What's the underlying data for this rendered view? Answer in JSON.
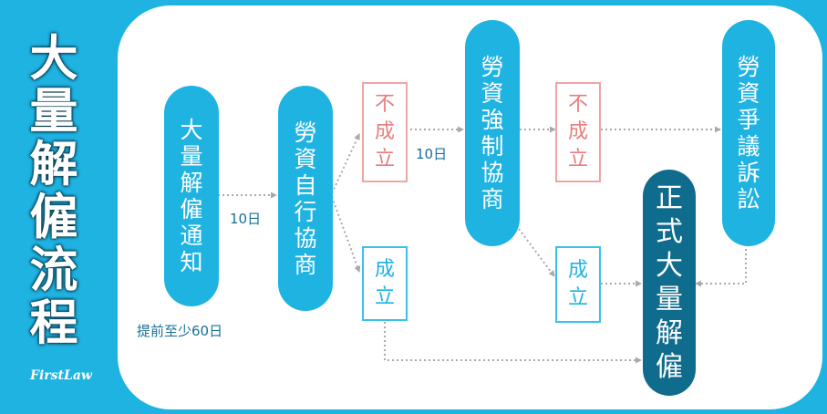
{
  "title": "大量解僱流程",
  "brand": "FirstLaw",
  "nodes": {
    "notice": "大量解僱通知",
    "self_negotiation": "勞資自行協商",
    "fail_1": "不成立",
    "success_1": "成立",
    "forced_negotiation": "勞資強制協商",
    "fail_2": "不成立",
    "success_2": "成立",
    "labor_dispute": "勞資爭議訴訟",
    "formal_dismissal": "正式大量解僱"
  },
  "labels": {
    "advance_notice": "提前至少60日",
    "days_1": "10日",
    "days_2": "10日"
  },
  "colors": {
    "background": "#1fb3e2",
    "pill": "#1fb3e2",
    "pill_final": "#106c8c",
    "fail_border": "#f0a4a4",
    "fail_text": "#e87d7d",
    "success_border": "#37c1eb",
    "label_text": "#1a6f98",
    "arrow": "#a9a9a9"
  }
}
